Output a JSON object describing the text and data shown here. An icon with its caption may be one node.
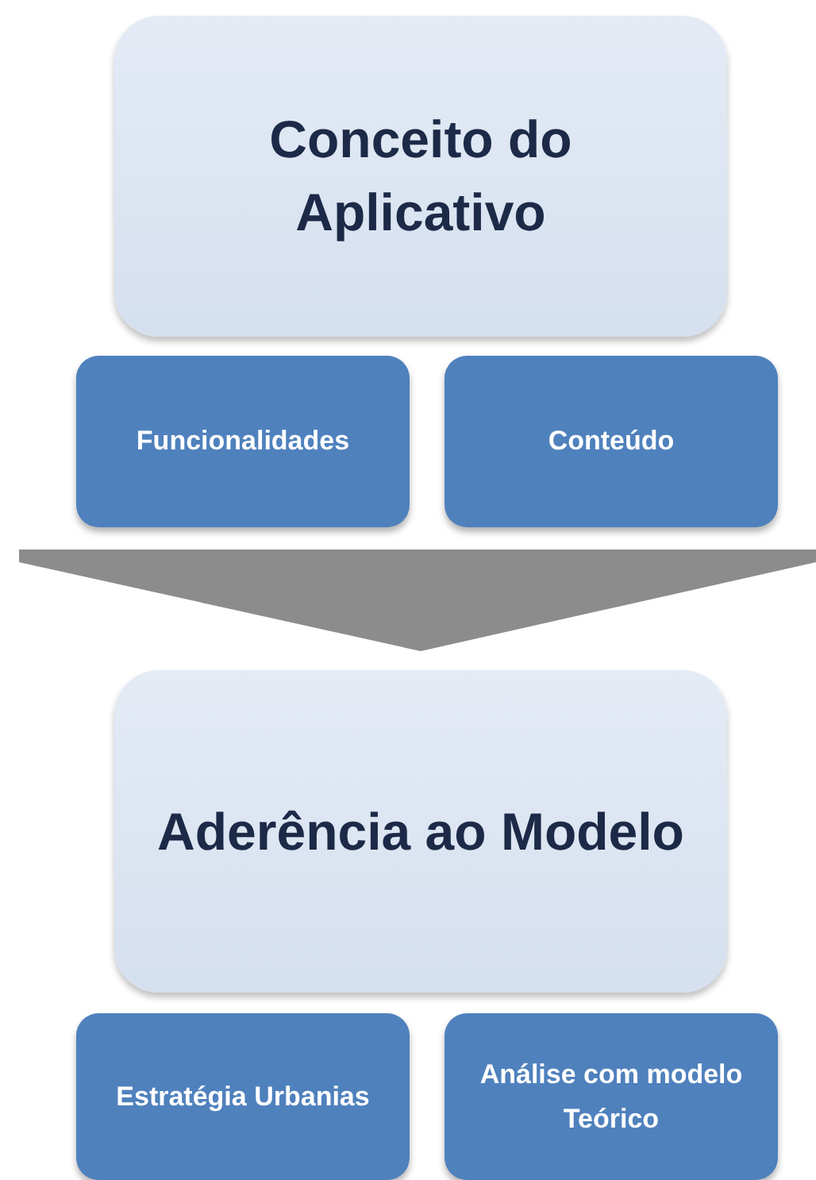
{
  "diagram": {
    "nodes": [
      {
        "text": [
          "Conceito do Aplicativo"
        ]
      },
      {
        "text": [
          "Funcionalidades"
        ]
      },
      {
        "text": [
          "Conteúdo"
        ]
      },
      {
        "text": [
          "Aderência ao Modelo"
        ]
      },
      {
        "text": [
          "Estratégia Urbanias"
        ]
      },
      {
        "text": [
          "Análise com modelo Teórico"
        ]
      }
    ],
    "edges": [
      {
        "from": 0,
        "to": 3,
        "arrow": "to"
      }
    ]
  }
}
